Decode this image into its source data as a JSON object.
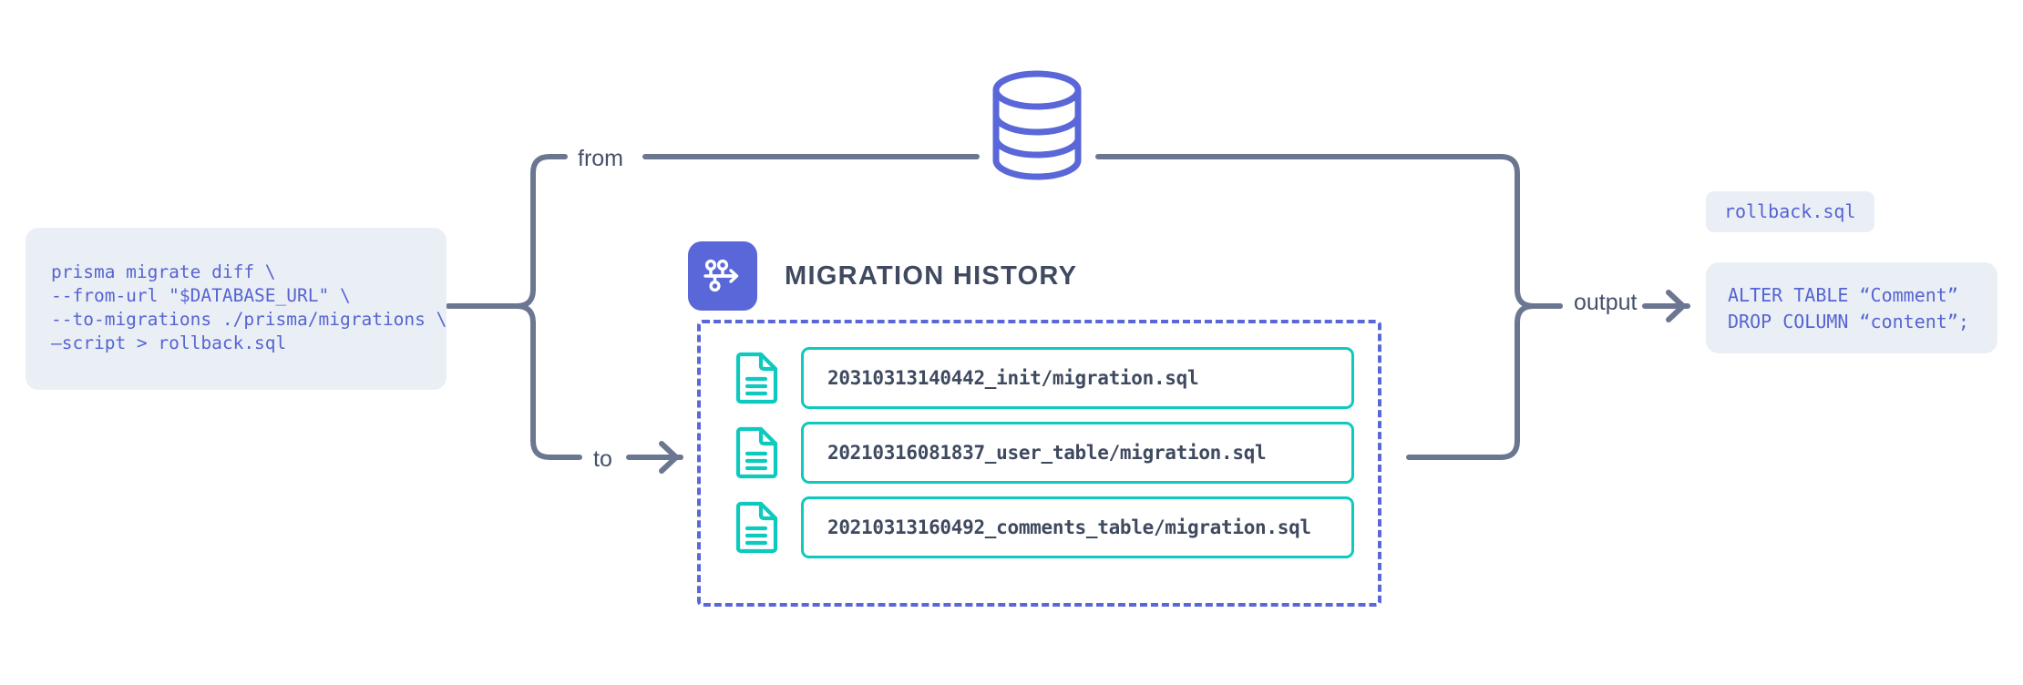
{
  "command_block": {
    "name": "prisma-migrate-diff-command",
    "lines": [
      "prisma migrate diff \\",
      "--from-url \"$DATABASE_URL\" \\",
      "--to-migrations ./prisma/migrations \\",
      "–script > rollback.sql"
    ],
    "background": "#eaeff5",
    "text_color": "#5664d2"
  },
  "wires": {
    "from_label": "from",
    "to_label": "to",
    "output_label": "output",
    "color": "#6b7690"
  },
  "database": {
    "icon": "database-cylinder-icon",
    "color": "#5a67d8"
  },
  "migration_history": {
    "icon": "migration-branch-icon",
    "icon_background": "#5a67d8",
    "title": "MIGRATION HISTORY",
    "title_color": "#3f4a60",
    "container_border_color": "#5a67d8",
    "row_border_color": "#0ec9be",
    "file_icon": "file-document-icon",
    "rows": [
      {
        "icon": "file-document-icon",
        "filename": "20310313140442_init/migration.sql"
      },
      {
        "icon": "file-document-icon",
        "filename": "20210316081837_user_table/migration.sql"
      },
      {
        "icon": "file-document-icon",
        "filename": "20210313160492_comments_table/migration.sql"
      }
    ]
  },
  "output": {
    "filename_badge": "rollback.sql",
    "sql_lines": [
      "ALTER TABLE “Comment”",
      "DROP COLUMN “content”;"
    ],
    "background": "#eaeff5",
    "text_color": "#5664d2"
  }
}
